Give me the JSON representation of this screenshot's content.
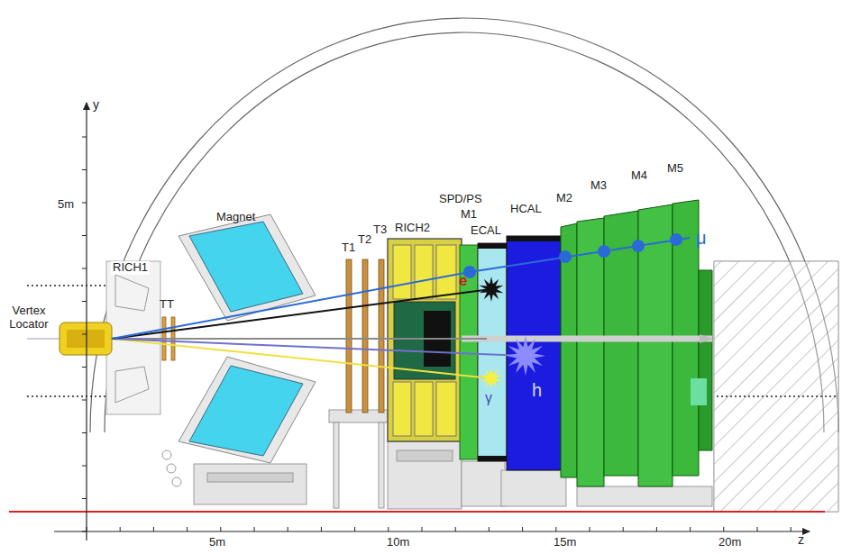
{
  "diagram": {
    "labels": [
      "y",
      "5m",
      "Vertex Locator",
      "RICH1",
      "TT",
      "Magnet",
      "T1",
      "T2",
      "T3",
      "RICH2",
      "SPD/PS",
      "M1",
      "ECAL",
      "HCAL",
      "M2",
      "M3",
      "M4",
      "M5",
      "μ",
      "e",
      "h",
      "γ",
      "z",
      "5m",
      "10m",
      "15m",
      "20m"
    ]
  }
}
